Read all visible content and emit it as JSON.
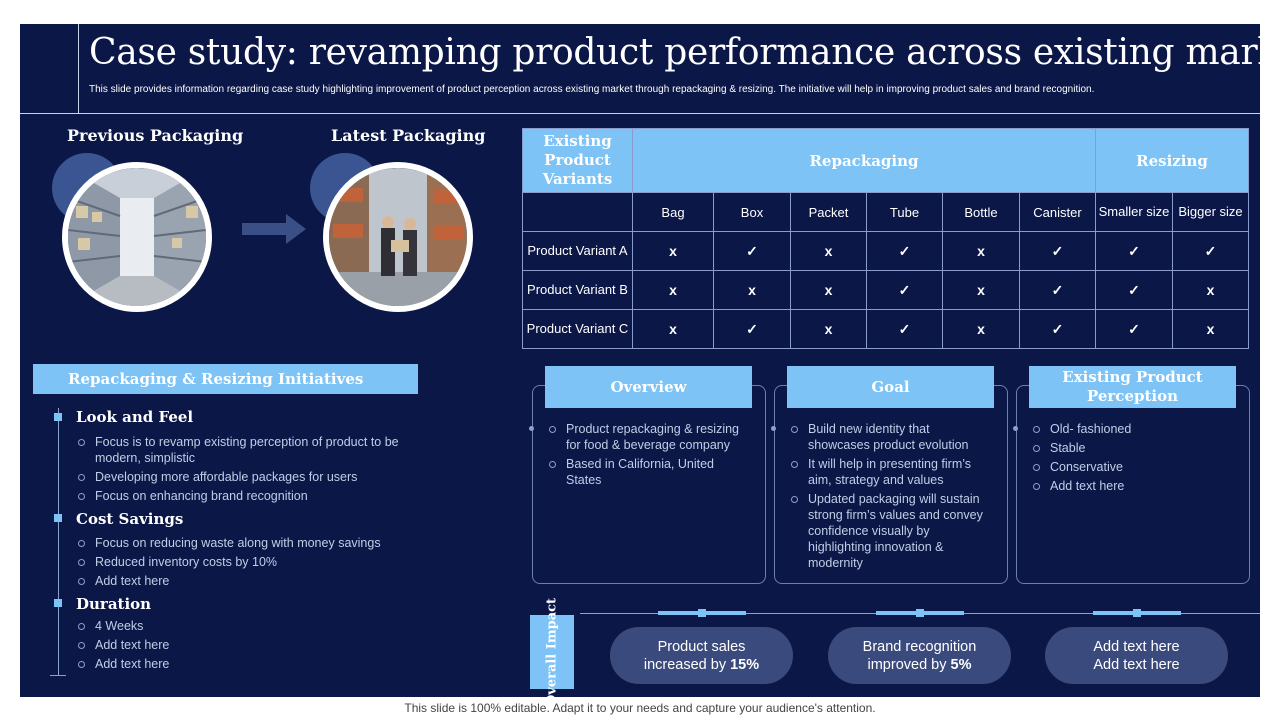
{
  "header": {
    "title": "Case study: revamping product performance across existing market",
    "subtitle": "This slide provides information regarding case study highlighting improvement of product perception across existing market through repackaging & resizing. The initiative  will help in improving product sales and brand recognition."
  },
  "packaging": {
    "previous_label": "Previous Packaging",
    "latest_label": "Latest Packaging"
  },
  "initiatives": {
    "header": "Repackaging & Resizing Initiatives",
    "sections": [
      {
        "title": "Look and Feel",
        "items": [
          "Focus is to revamp  existing perception of product to be modern, simplistic",
          "Developing  more affordable packages for users",
          "Focus on enhancing brand recognition"
        ]
      },
      {
        "title": "Cost Savings",
        "items": [
          "Focus on reducing waste along with money savings",
          "Reduced inventory costs by 10%",
          "Add text here"
        ]
      },
      {
        "title": "Duration",
        "items": [
          "4 Weeks",
          "Add text here",
          "Add text here"
        ]
      }
    ]
  },
  "table": {
    "col_header_variants": "Existing Product Variants",
    "group_repackaging": "Repackaging",
    "group_resizing": "Resizing",
    "columns": [
      "Bag",
      "Box",
      "Packet",
      "Tube",
      "Bottle",
      "Canister",
      "Smaller size",
      "Bigger size"
    ],
    "rows": [
      {
        "label": "Product Variant A",
        "cells": [
          "x",
          "✓",
          "x",
          "✓",
          "x",
          "✓",
          "✓",
          "✓"
        ]
      },
      {
        "label": "Product Variant B",
        "cells": [
          "x",
          "x",
          "x",
          "✓",
          "x",
          "✓",
          "✓",
          "x"
        ]
      },
      {
        "label": "Product Variant C",
        "cells": [
          "x",
          "✓",
          "x",
          "✓",
          "x",
          "✓",
          "✓",
          "x"
        ]
      }
    ]
  },
  "boxes": {
    "overview": {
      "title": "Overview",
      "items": [
        "Product repackaging & resizing for food & beverage company",
        "Based in California,  United States"
      ]
    },
    "goal": {
      "title": "Goal",
      "items": [
        "Build new identity that showcases product evolution",
        "It will help in presenting firm’s aim, strategy and values",
        "Updated packaging will sustain strong firm’s values and convey confidence visually by highlighting innovation & modernity"
      ]
    },
    "perception": {
      "title": "Existing Product Perception",
      "items": [
        "Old- fashioned",
        "Stable",
        "Conservative",
        "Add text here"
      ]
    }
  },
  "impact": {
    "label": "Overall Impact",
    "pills": [
      {
        "line1": "Product sales",
        "line2_prefix": "increased by ",
        "line2_bold": "15%"
      },
      {
        "line1": "Brand recognition",
        "line2_prefix": "improved by ",
        "line2_bold": "5%"
      },
      {
        "line1": "Add text here",
        "line2_prefix": "Add text here",
        "line2_bold": ""
      }
    ]
  },
  "footer": "This slide is 100% editable. Adapt it to your needs and capture your audience's attention.",
  "colors": {
    "background": "#0b1747",
    "accent": "#7dc3f5",
    "pill": "#3a4a7c"
  }
}
